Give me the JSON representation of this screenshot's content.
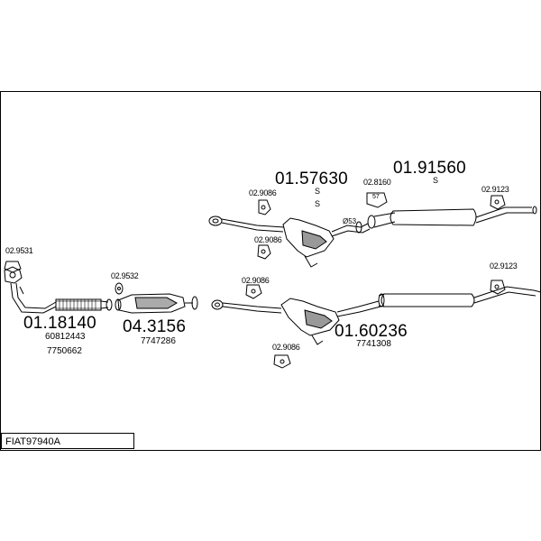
{
  "document_title": "FIAT97940A",
  "part_numbers": {
    "p_0157630": "01.57630",
    "p_0191560": "01.91560",
    "p_0118140": "01.18140",
    "p_043156": "04.3156",
    "p_0160236": "01.60236"
  },
  "oem_codes": {
    "c_60812443": "60812443",
    "c_7750662": "7750662",
    "c_7747286": "7747286",
    "c_7741308": "7741308"
  },
  "fitting_codes": {
    "f_029531": "02.9531",
    "f_029532": "02.9532",
    "f_029086_a": "02.9086",
    "f_029086_b": "02.9086",
    "f_029086_c": "02.9086",
    "f_029086_d": "02.9086",
    "f_028160": "02.8160",
    "f_029123_a": "02.9123",
    "f_029123_b": "02.9123"
  },
  "small_marks": {
    "s_mark_1": "S",
    "s_mark_2": "S",
    "s_mark_3": "S",
    "d_label": "Ø53",
    "clamp_label": "57"
  },
  "colors": {
    "ink": "#000000",
    "background": "#ffffff"
  }
}
